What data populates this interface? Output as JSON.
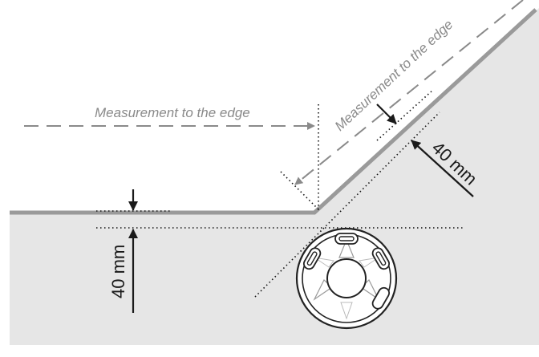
{
  "diagram": {
    "labels": {
      "measurement_horizontal": "Measurement to the edge",
      "measurement_diagonal": "Measurement to the edge",
      "dimension_left": "40 mm",
      "dimension_right": "40 mm"
    },
    "colors": {
      "background_area": "#e6e6e6",
      "edge_line": "#9a9a9a",
      "dashed_arrow": "#8a8a8a",
      "dimension": "#1a1a1a",
      "mower_body": "#ffffff",
      "mower_outline": "#222222"
    },
    "icons": {
      "mower": "robotic-mower-top-view-icon"
    }
  }
}
